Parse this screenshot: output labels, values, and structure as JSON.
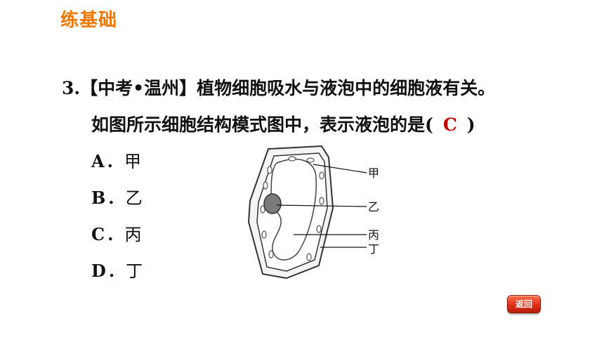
{
  "header": {
    "title": "练基础"
  },
  "question": {
    "line1": "3.【中考•温州】植物细胞吸水与液泡中的细胞液有关。",
    "line2_prefix": "如图所示细胞结构模式图中，表示液泡的是(",
    "answer": "C",
    "line2_suffix": ")"
  },
  "options": [
    {
      "letter": "A",
      "text": "甲"
    },
    {
      "letter": "B",
      "text": "乙"
    },
    {
      "letter": "C",
      "text": "丙"
    },
    {
      "letter": "D",
      "text": "丁"
    }
  ],
  "diagram": {
    "labels": [
      "甲",
      "乙",
      "丙",
      "丁"
    ]
  },
  "nav": {
    "back_label": "返回"
  },
  "colors": {
    "title": "#f07800",
    "answer": "#c00000",
    "button": "#e0301a"
  }
}
